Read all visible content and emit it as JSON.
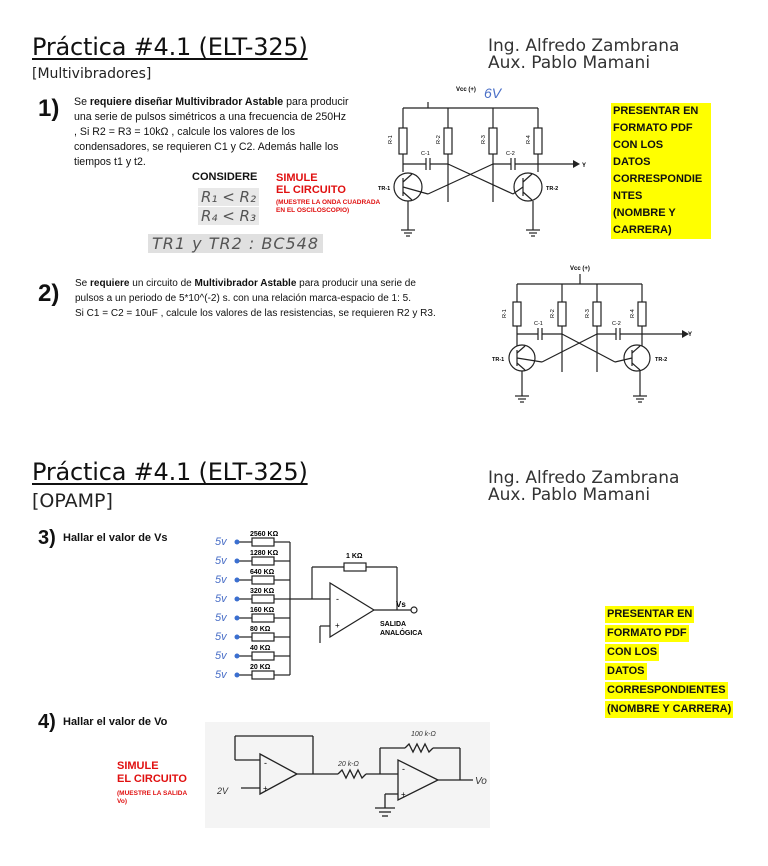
{
  "section1": {
    "title": "Práctica #4.1 (ELT-325)",
    "subtitle": "[Multivibradores]",
    "prof_line1": "Ing. Alfredo Zambrana",
    "prof_line2": "Aux. Pablo Mamani"
  },
  "q1": {
    "number": "1)",
    "line1_pre": "Se ",
    "line1_bold": "requiere diseñar Multivibrador Astable",
    "line1_post": " para producir",
    "line2": "una serie de pulsos simétricos a una frecuencia de 250Hz",
    "line3": ", Si  R2 = R3 = 10kΩ , calcule los valores de los",
    "line4": "condensadores, se requieren C1 y C2. Además halle los",
    "line5": "tiempos t1 y t2.",
    "considere": "CONSIDERE",
    "cond1": "R₁ < R₂",
    "cond2": "R₄ < R₃",
    "transistors": "TR1 y TR2 : BC548",
    "simule_1": "SIMULE",
    "simule_2": "EL CIRCUITO",
    "simule_note_1": "(MUESTRE LA ONDA CUADRADA",
    "simule_note_2": "EN EL OSCILOSCOPIO)"
  },
  "circuit1": {
    "vcc_label": "Vcc (+)",
    "vcc_value": "6V",
    "r1": "R-1",
    "r2": "R-2",
    "r3": "R-3",
    "r4": "R-4",
    "c1": "C-1",
    "c2": "C-2",
    "tr1": "TR-1",
    "tr2": "TR-2",
    "out": "Y"
  },
  "note1": {
    "lines": [
      "PRESENTAR EN",
      "FORMATO PDF",
      "CON LOS",
      "DATOS",
      "CORRESPONDIE",
      "NTES",
      "(NOMBRE Y",
      "CARRERA)"
    ]
  },
  "q2": {
    "number": "2)",
    "line1_a": "Se ",
    "line1_b": "requiere",
    "line1_c": " un circuito de ",
    "line1_d": "Multivibrador Astable",
    "line1_e": " para producir una serie de",
    "line2": "pulsos a un periodo de 5*10^(-2) s.  con una relación marca-espacio de 1: 5.",
    "line3": "Si   C1 = C2 = 10uF , calcule los valores de las resistencias, se requieren R2 y R3."
  },
  "circuit2": {
    "vcc_label": "Vcc (+)",
    "r1": "R-1",
    "r2": "R-2",
    "r3": "R-3",
    "r4": "R-4",
    "c1": "C-1",
    "c2": "C-2",
    "tr1": "TR-1",
    "tr2": "TR-2",
    "out": "Y"
  },
  "section2": {
    "title": "Práctica #4.1 (ELT-325)",
    "subtitle": "[OPAMP]",
    "prof_line1": "Ing. Alfredo Zambrana",
    "prof_line2": "Aux. Pablo Mamani"
  },
  "q3": {
    "number": "3)",
    "text": "Hallar el valor de Vs",
    "resistors": [
      "2560 KΩ",
      "1280 KΩ",
      "640 KΩ",
      "320 KΩ",
      "160 KΩ",
      "80 KΩ",
      "40 KΩ",
      "20 KΩ"
    ],
    "input_label": "5v",
    "feedback": "1 KΩ",
    "out_label": "Vs",
    "out_caption_1": "SALIDA",
    "out_caption_2": "ANALÓGICA"
  },
  "note2": {
    "lines": [
      "PRESENTAR EN",
      "FORMATO PDF",
      "CON LOS",
      "DATOS",
      "CORRESPONDIENTES",
      "(NOMBRE Y CARRERA)"
    ]
  },
  "q4": {
    "number": "4)",
    "text": "Hallar el valor de Vo",
    "simule_1": "SIMULE",
    "simule_2": "EL CIRCUITO",
    "simule_note_1": "(MUESTRE LA SALIDA",
    "simule_note_2": "Vo)",
    "r_in": "20 k-Ω",
    "r_f": "100 k-Ω",
    "v_in": "2V",
    "v_out": "Vo"
  },
  "colors": {
    "highlight": "#ffff00",
    "red": "#e01010",
    "hand_blue": "#4a6fc7"
  }
}
